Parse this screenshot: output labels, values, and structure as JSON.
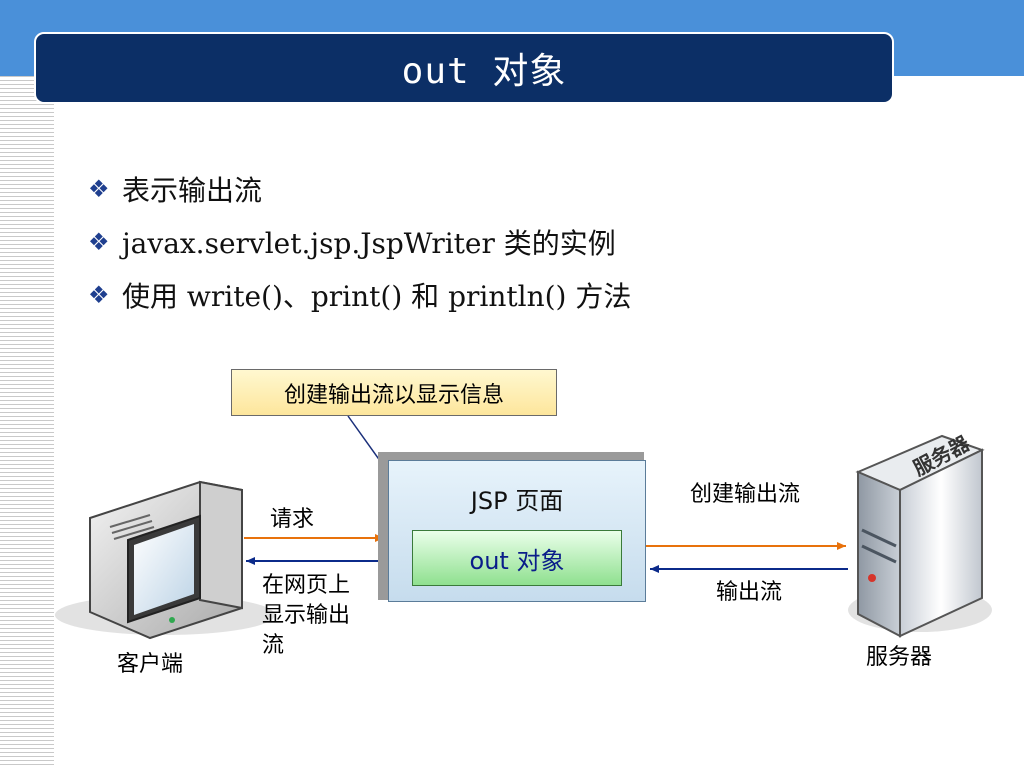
{
  "slide": {
    "title": "out 对象",
    "bullets": [
      {
        "marker": "❖",
        "text": "表示输出流"
      },
      {
        "marker": "❖",
        "text": "javax.servlet.jsp.JspWriter 类的实例"
      },
      {
        "marker": "❖",
        "text": "使用 write()、print() 和 println() 方法"
      }
    ]
  },
  "diagram": {
    "callout": "创建输出流以显示信息",
    "jsp_page_title": "JSP 页面",
    "out_object": "out 对象",
    "request_label": "请求",
    "display_label_lines": [
      "在网页上",
      "显示输出",
      "流"
    ],
    "create_stream_label": "创建输出流",
    "output_stream_label": "输出流",
    "client_label": "客户端",
    "server_label": "服务器",
    "server_tower_text": "服务器"
  },
  "colors": {
    "title_bar": "#0c2f66",
    "top_band": "#4a90d9",
    "bullet_marker": "#1f3f8f",
    "request_arrow": "#e8720c",
    "response_arrow": "#0b2a8a"
  }
}
